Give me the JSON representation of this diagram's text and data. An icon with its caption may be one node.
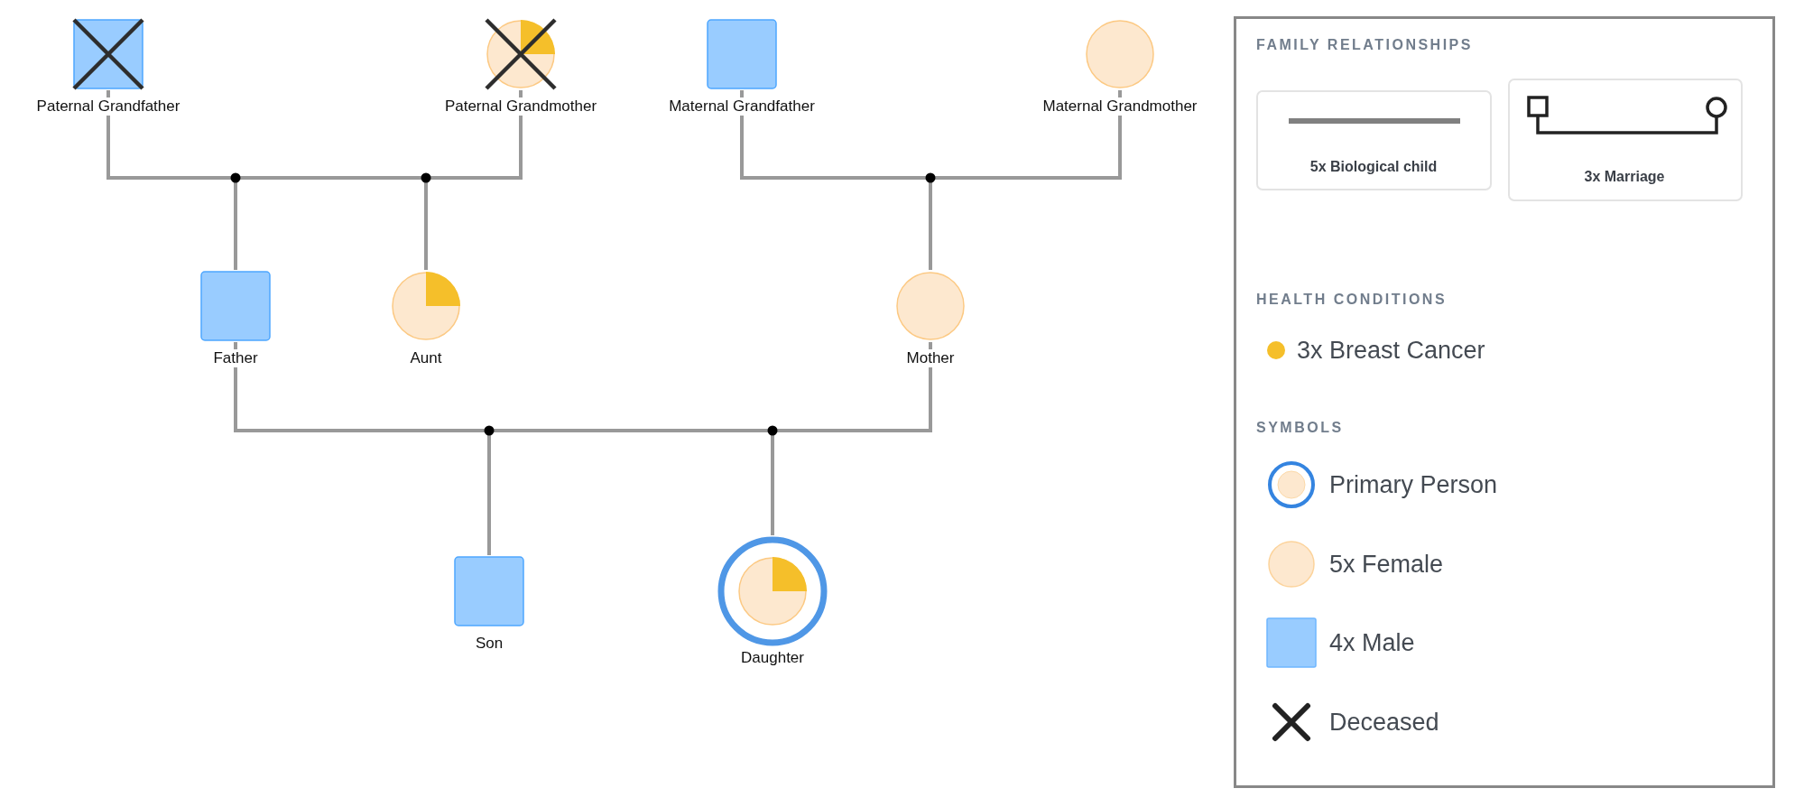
{
  "diagram": {
    "nodes": [
      {
        "text": [],
        "shape": "box",
        "beside": [
          "Paternal Grandfather"
        ]
      },
      {
        "text": [],
        "shape": "circle",
        "beside": [
          "Paternal Grandmother"
        ]
      },
      {
        "text": [],
        "shape": "box",
        "beside": [
          "Maternal Grandfather"
        ]
      },
      {
        "text": [],
        "shape": "circle",
        "beside": [
          "Maternal Grandmother"
        ]
      },
      {
        "text": [],
        "shape": "box",
        "beside": [
          "Father"
        ]
      },
      {
        "text": [],
        "shape": "circle",
        "beside": [
          "Aunt"
        ]
      },
      {
        "text": [],
        "shape": "circle",
        "beside": [
          "Mother"
        ]
      },
      {
        "text": [],
        "shape": "box",
        "beside": [
          "Son"
        ]
      },
      {
        "text": [],
        "shape": "circle",
        "beside": [
          "Daughter"
        ]
      }
    ],
    "edges": [
      {
        "from": 0,
        "to": 1,
        "arrow": "none"
      },
      {
        "from": 2,
        "to": 3,
        "arrow": "none"
      },
      {
        "from": 4,
        "to": 6,
        "arrow": "none"
      },
      {
        "from": null,
        "to": 4,
        "arrow": "none"
      },
      {
        "from": null,
        "to": 5,
        "arrow": "none"
      },
      {
        "from": null,
        "to": 6,
        "arrow": "none"
      },
      {
        "from": null,
        "to": 7,
        "arrow": "none"
      },
      {
        "from": null,
        "to": 8,
        "arrow": "none"
      }
    ],
    "labels": [
      "FAMILY RELATIONSHIPS",
      "HEALTH CONDITIONS",
      "SYMBOLS"
    ],
    "legend": [
      {
        "text": "5x Biological child"
      },
      {
        "text": "3x Marriage"
      },
      {
        "text": "3x Breast Cancer",
        "color": "#f5bf2a"
      },
      {
        "text": "Primary Person"
      },
      {
        "text": "5x Female",
        "color": "#fde8cf"
      },
      {
        "text": "4x Male",
        "color": "#99ccff"
      },
      {
        "text": "Deceased"
      }
    ]
  }
}
